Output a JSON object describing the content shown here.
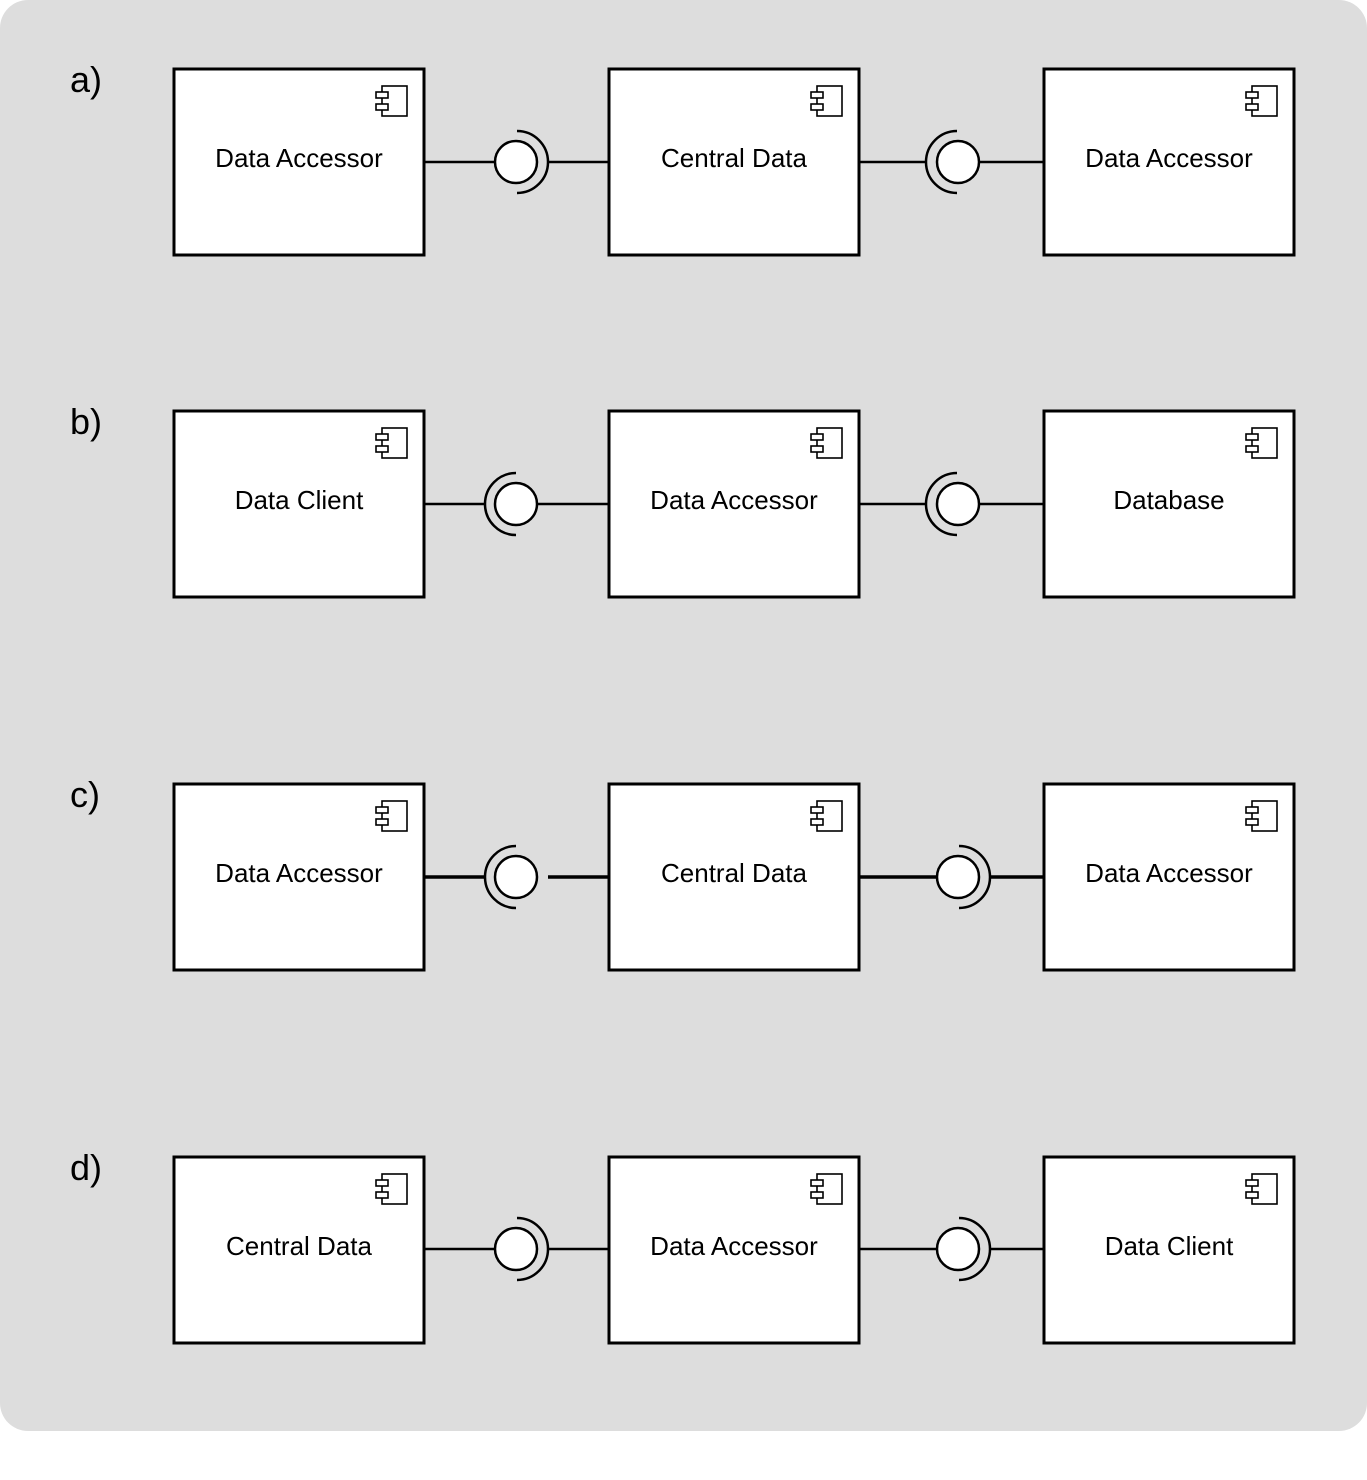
{
  "rows": [
    {
      "label": "a)",
      "components": [
        "Data Accessor",
        "Central Data",
        "Data Accessor"
      ],
      "connectors": [
        {
          "provided_by": "left",
          "socket_opens_toward": "left"
        },
        {
          "provided_by": "right",
          "socket_opens_toward": "right"
        }
      ]
    },
    {
      "label": "b)",
      "components": [
        "Data Client",
        "Data Accessor",
        "Database"
      ],
      "connectors": [
        {
          "provided_by": "right",
          "socket_opens_toward": "right"
        },
        {
          "provided_by": "right",
          "socket_opens_toward": "right"
        }
      ]
    },
    {
      "label": "c)",
      "components": [
        "Data Accessor",
        "Central Data",
        "Data Accessor"
      ],
      "connectors": [
        {
          "provided_by": "right",
          "socket_opens_toward": "right"
        },
        {
          "provided_by": "left",
          "socket_opens_toward": "left"
        }
      ]
    },
    {
      "label": "d)",
      "components": [
        "Central Data",
        "Data Accessor",
        "Data Client"
      ],
      "connectors": [
        {
          "provided_by": "left",
          "socket_opens_toward": "left"
        },
        {
          "provided_by": "left",
          "socket_opens_toward": "left"
        }
      ]
    }
  ],
  "component_icon": "uml-component-icon",
  "colors": {
    "background": "#dddddd",
    "box_fill": "#ffffff",
    "stroke": "#000000"
  }
}
